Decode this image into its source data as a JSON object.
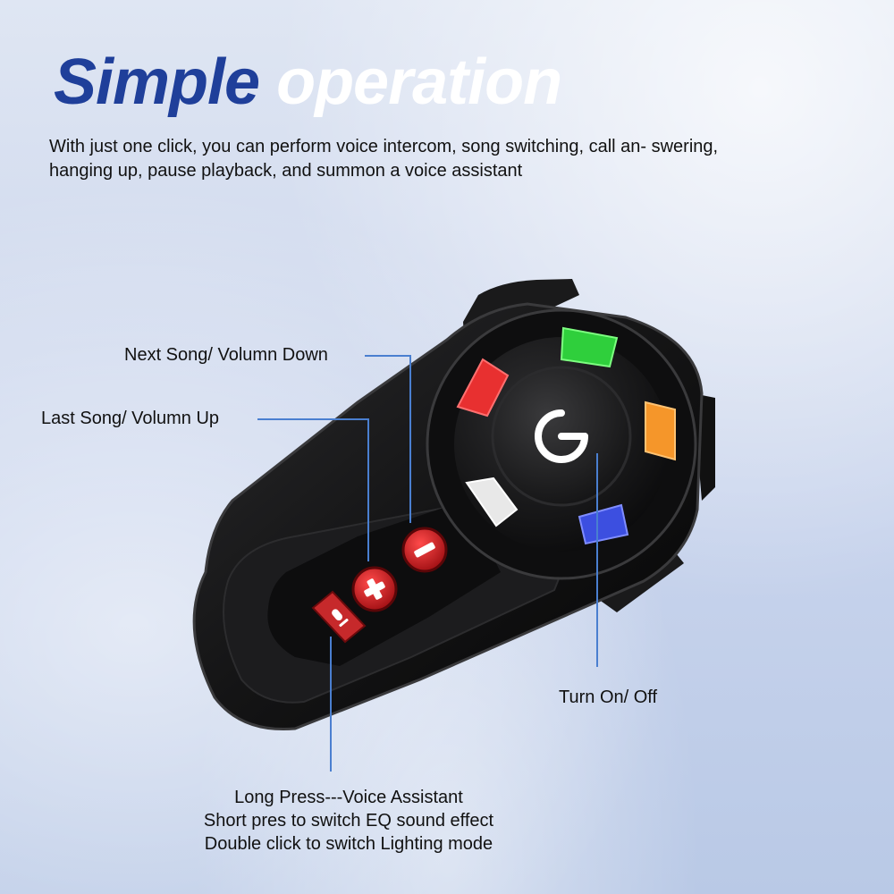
{
  "headline": {
    "word1": "Simple",
    "word2": "operation"
  },
  "subtitle": "With just one click, you can perform voice intercom, song switching, call an- swering, hanging up, pause playback, and summon a voice assistant",
  "callouts": {
    "next_song": "Next Song/ Volumn Down",
    "last_song": "Last Song/  Volumn Up",
    "power": "Turn On/ Off",
    "assistant": [
      "Long Press---Voice Assistant",
      "Short pres to switch EQ sound effect",
      "Double click to switch Lighting mode"
    ]
  },
  "device": {
    "buttons": [
      "minus-button",
      "plus-button",
      "voice-assistant-button",
      "power-button"
    ],
    "led_colors": [
      "#2fcf3c",
      "#f5962a",
      "#3c4fe0",
      "#e8e8e8",
      "#e83030"
    ],
    "accent_line_color": "#4a7fd0"
  }
}
